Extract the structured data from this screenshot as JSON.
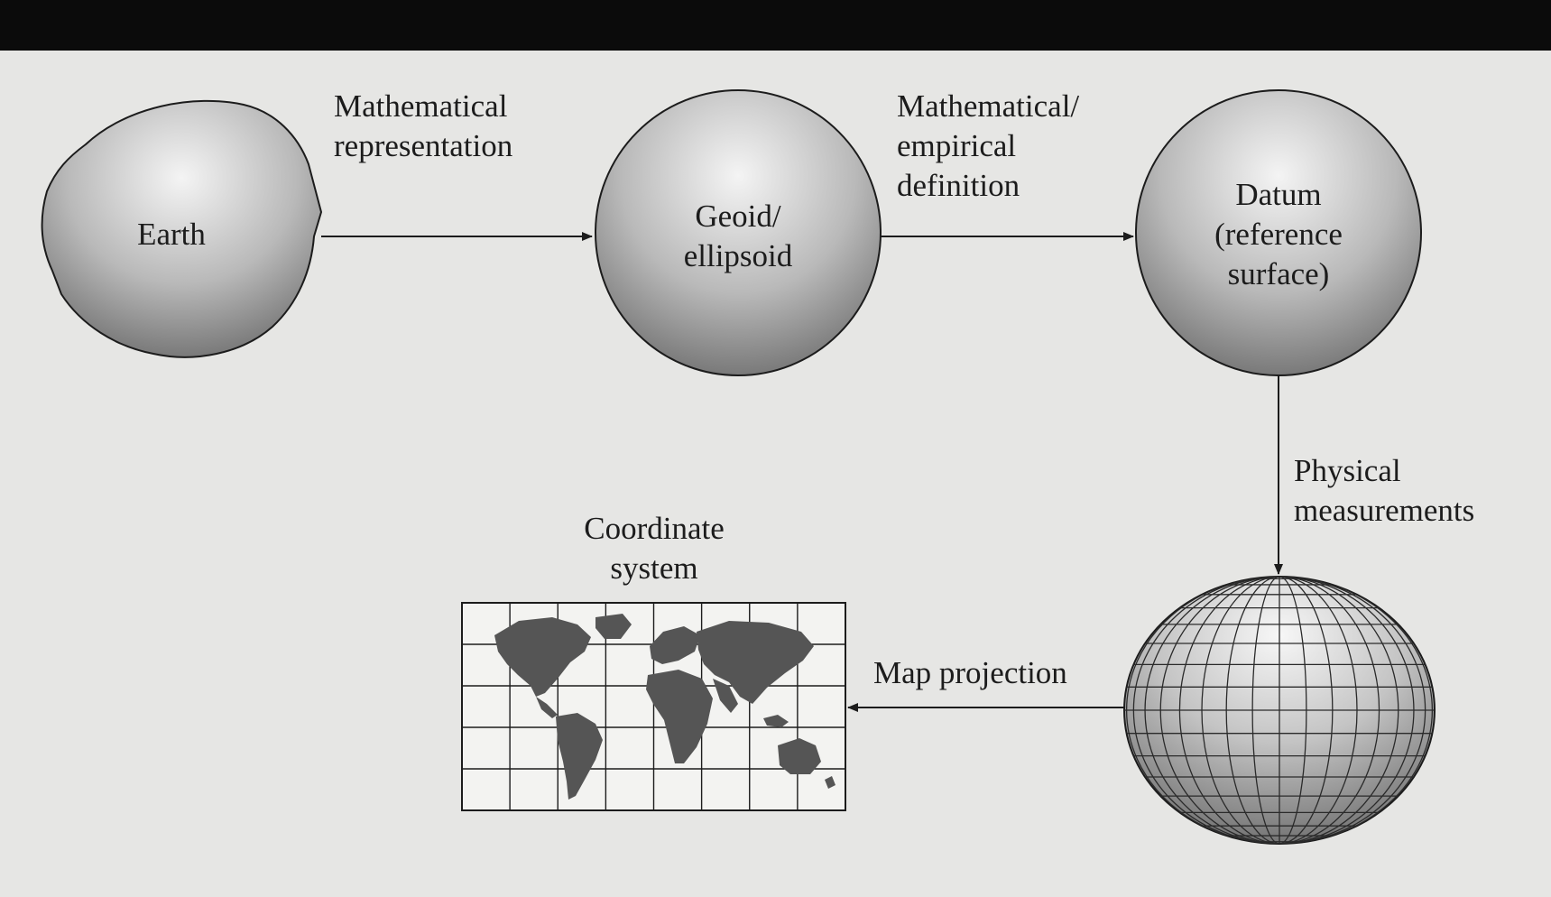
{
  "nodes": {
    "earth": {
      "label": "Earth"
    },
    "geoid": {
      "line1": "Geoid/",
      "line2": "ellipsoid"
    },
    "datum": {
      "line1": "Datum",
      "line2": "(reference",
      "line3": "surface)"
    },
    "coordinate_system": {
      "line1": "Coordinate",
      "line2": "system"
    }
  },
  "edges": {
    "earth_to_geoid": {
      "line1": "Mathematical",
      "line2": "representation"
    },
    "geoid_to_datum": {
      "line1": "Mathematical/",
      "line2": "empirical",
      "line3": "definition"
    },
    "datum_to_globe": {
      "line1": "Physical",
      "line2": "measurements"
    },
    "globe_to_map": {
      "label": "Map projection"
    }
  },
  "colors": {
    "sphere_highlight": "#f2f2f2",
    "sphere_shadow": "#6e6e6e",
    "land": "#555555",
    "line": "#1c1c1c",
    "paper": "#e6e6e4"
  }
}
